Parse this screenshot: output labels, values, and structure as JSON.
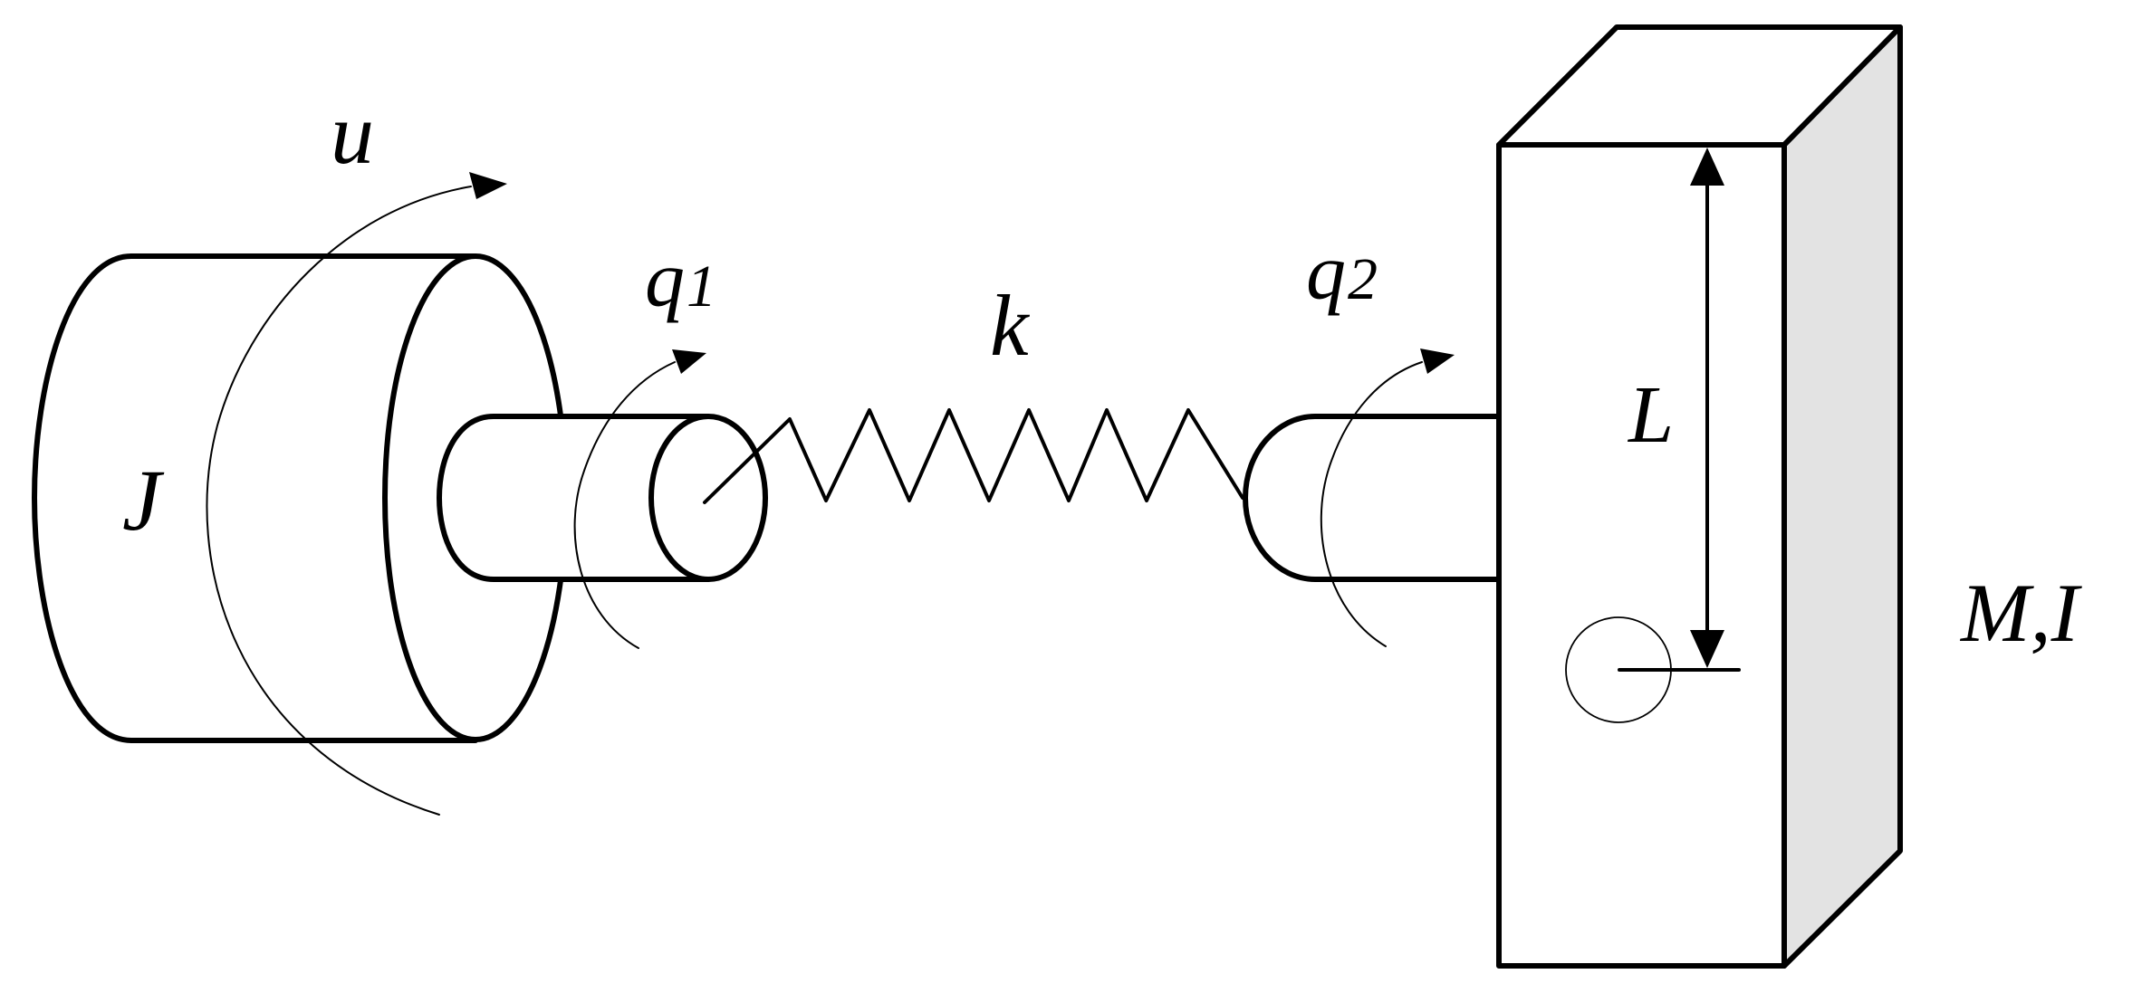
{
  "diagram": {
    "labels": {
      "inertia": "J",
      "input_torque": "u",
      "angle_1_symbol": "q",
      "angle_1_subscript": "1",
      "spring_constant": "k",
      "angle_2_symbol": "q",
      "angle_2_subscript": "2",
      "length": "L",
      "mass_inertia": "M,I"
    },
    "colors": {
      "stroke": "#000000",
      "background": "#ffffff",
      "block_side": "#e3e3e3"
    }
  }
}
